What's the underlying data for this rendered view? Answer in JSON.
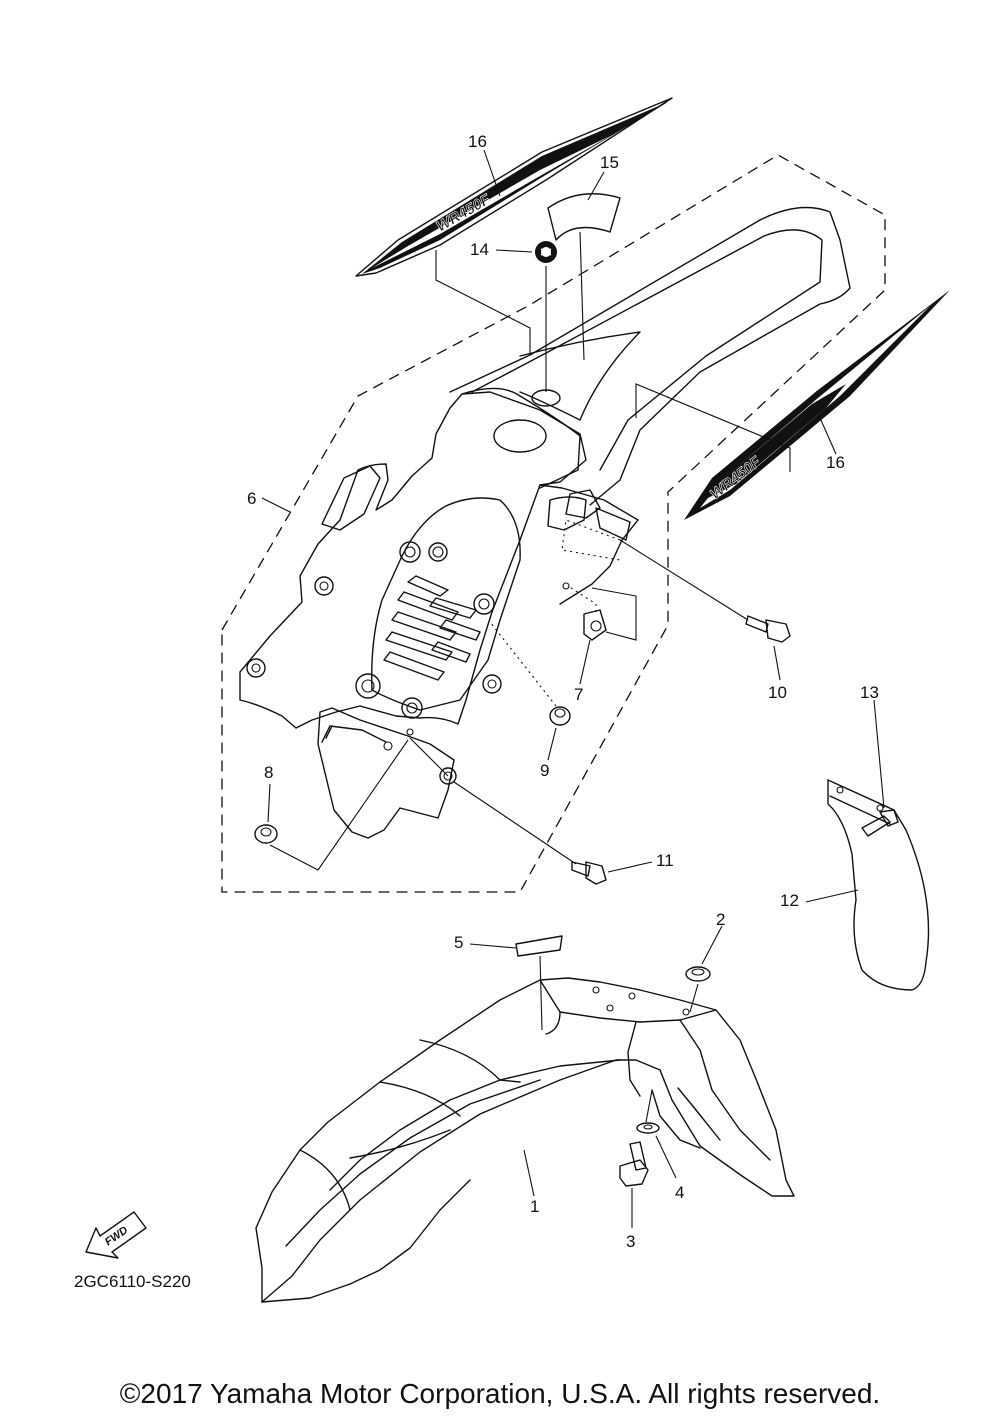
{
  "diagram": {
    "drawing_code": "2GC6110-S220",
    "fwd_label": "FWD",
    "decal_text": "WR450F",
    "callouts": {
      "c1": "1",
      "c2": "2",
      "c3": "3",
      "c4": "4",
      "c5": "5",
      "c6": "6",
      "c7": "7",
      "c8": "8",
      "c9": "9",
      "c10": "10",
      "c11": "11",
      "c12": "12",
      "c13": "13",
      "c14": "14",
      "c15": "15",
      "c16a": "16",
      "c16b": "16"
    }
  },
  "footer": {
    "copyright": "©2017 Yamaha Motor Corporation, U.S.A. All rights reserved."
  }
}
